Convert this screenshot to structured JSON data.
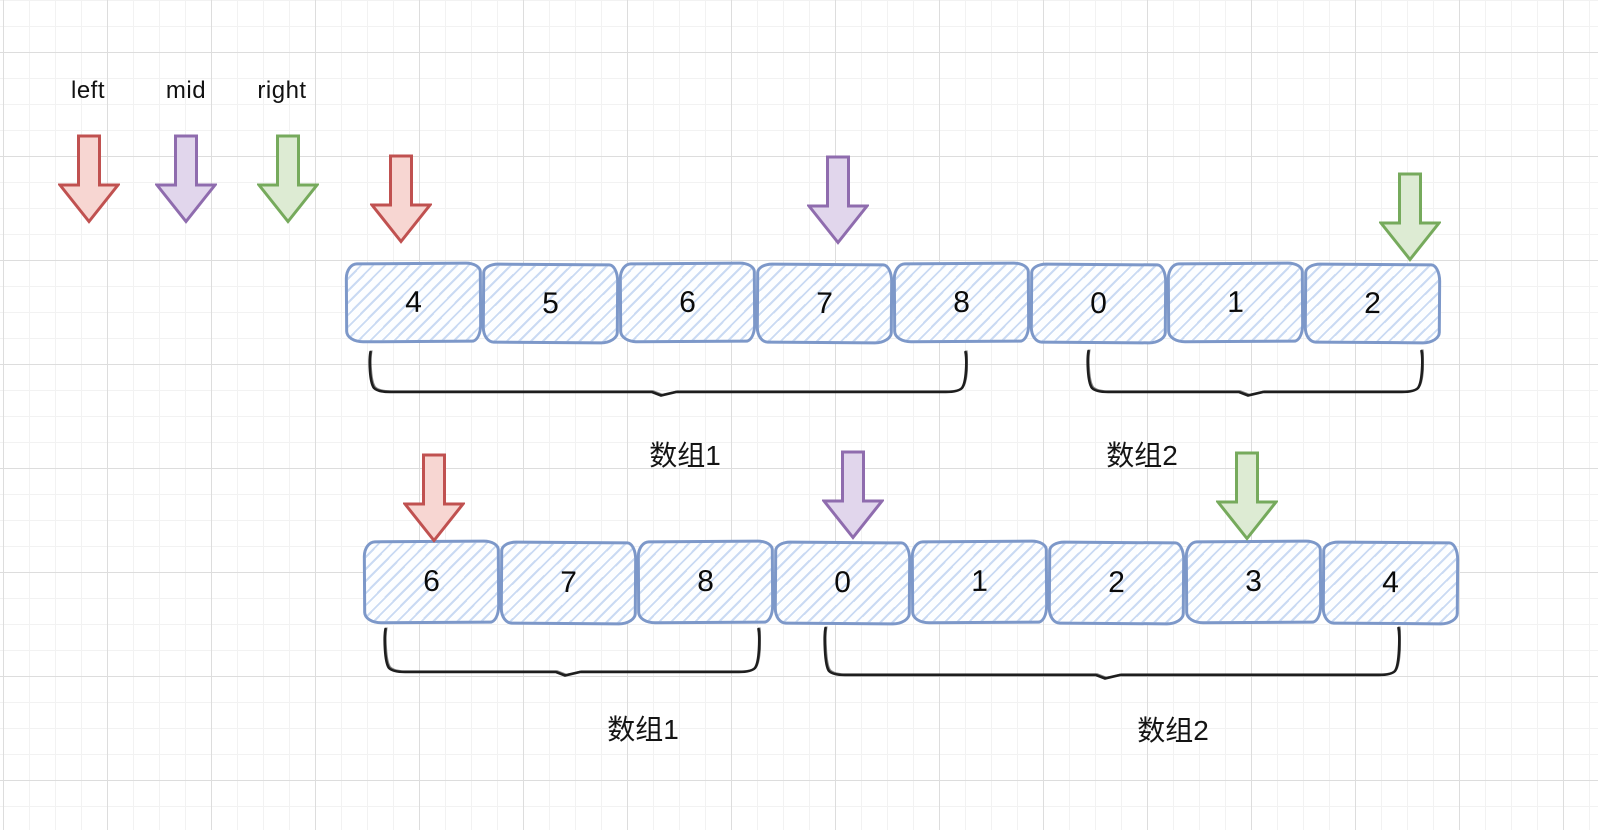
{
  "legend": {
    "items": [
      {
        "id": "left",
        "label": "left",
        "color_fill": "#f7d6d2",
        "color_stroke": "#c05150"
      },
      {
        "id": "mid",
        "label": "mid",
        "color_fill": "#e1d6ec",
        "color_stroke": "#8f6cae"
      },
      {
        "id": "right",
        "label": "right",
        "color_fill": "#ddebd3",
        "color_stroke": "#76aa5c"
      }
    ]
  },
  "arrays": [
    {
      "id": "array-top",
      "cells": [
        "4",
        "5",
        "6",
        "7",
        "8",
        "0",
        "1",
        "2"
      ],
      "pointers": [
        {
          "type": "left",
          "cell_index": 0,
          "cell_value": "4"
        },
        {
          "type": "mid",
          "cell_index": 3,
          "cell_value": "7"
        },
        {
          "type": "right",
          "cell_index": 7,
          "cell_value": "2"
        }
      ],
      "groups": [
        {
          "label": "数组1",
          "from_index": 0,
          "to_index": 4,
          "values": [
            "4",
            "5",
            "6",
            "7",
            "8"
          ]
        },
        {
          "label": "数组2",
          "from_index": 5,
          "to_index": 7,
          "values": [
            "0",
            "1",
            "2"
          ]
        }
      ]
    },
    {
      "id": "array-bottom",
      "cells": [
        "6",
        "7",
        "8",
        "0",
        "1",
        "2",
        "3",
        "4"
      ],
      "pointers": [
        {
          "type": "left",
          "cell_index": 0,
          "cell_value": "6"
        },
        {
          "type": "mid",
          "cell_index": 3,
          "cell_value": "0"
        },
        {
          "type": "right",
          "cell_index": 6,
          "cell_value": "3"
        }
      ],
      "groups": [
        {
          "label": "数组1",
          "from_index": 0,
          "to_index": 2,
          "values": [
            "6",
            "7",
            "8"
          ]
        },
        {
          "label": "数组2",
          "from_index": 3,
          "to_index": 7,
          "values": [
            "0",
            "1",
            "2",
            "3",
            "4"
          ]
        }
      ]
    }
  ],
  "colors": {
    "cell_border": "#7d98c9",
    "cell_hatch": "#9ab9e4",
    "ink": "#1e1e1e",
    "grid_minor": "#f2f2f2",
    "grid_major": "#dddddd",
    "background": "#ffffff"
  }
}
